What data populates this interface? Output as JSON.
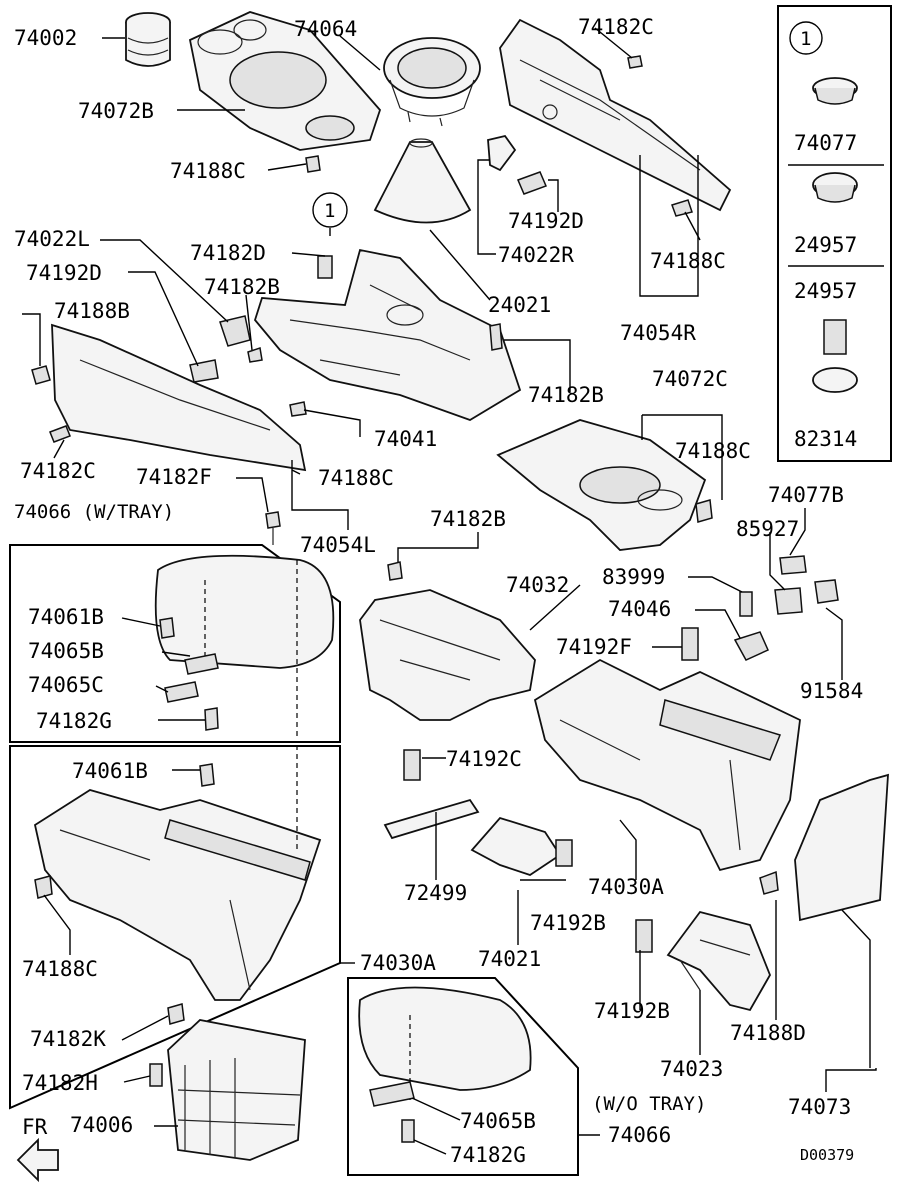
{
  "diagram_code": "D00379",
  "inset": {
    "marker": "1",
    "items": [
      "74077",
      "24957",
      "24957",
      "82314"
    ]
  },
  "notes": {
    "with_tray": "74066 (W/TRAY)",
    "without_tray": "(W/O TRAY)",
    "front": "FR"
  },
  "labels": {
    "p74002": "74002",
    "p74064": "74064",
    "p74182C_top": "74182C",
    "p74072B": "74072B",
    "p74188C_a": "74188C",
    "p74192D_r": "74192D",
    "p74022R": "74022R",
    "p74188C_r": "74188C",
    "p74054R": "74054R",
    "p74022L": "74022L",
    "p74182D": "74182D",
    "marker_mid": "1",
    "p74192D_l": "74192D",
    "p74182B_a": "74182B",
    "p24021": "24021",
    "p74188B": "74188B",
    "p74182B_b": "74182B",
    "p74072C": "74072C",
    "p74041": "74041",
    "p74188C_c": "74188C",
    "p74182C_l": "74182C",
    "p74188C_d": "74188C",
    "p74182F": "74182F",
    "p74054L": "74054L",
    "p74077B": "74077B",
    "p74182B_c": "74182B",
    "p85927": "85927",
    "p74032": "74032",
    "p83999": "83999",
    "p74061B_a": "74061B",
    "p74046": "74046",
    "p74065B_a": "74065B",
    "p74192F": "74192F",
    "p74065C": "74065C",
    "p91584": "91584",
    "p74182G_a": "74182G",
    "p74061B_b": "74061B",
    "p74192C": "74192C",
    "p72499": "72499",
    "p74030A_r": "74030A",
    "p74192B_a": "74192B",
    "p74188C_e": "74188C",
    "p74030A_l": "74030A",
    "p74021": "74021",
    "p74182K": "74182K",
    "p74192B_b": "74192B",
    "p74188D": "74188D",
    "p74182H": "74182H",
    "p74023": "74023",
    "p74006": "74006",
    "p74065B_b": "74065B",
    "p74073": "74073",
    "p74066": "74066",
    "p74182G_b": "74182G"
  }
}
